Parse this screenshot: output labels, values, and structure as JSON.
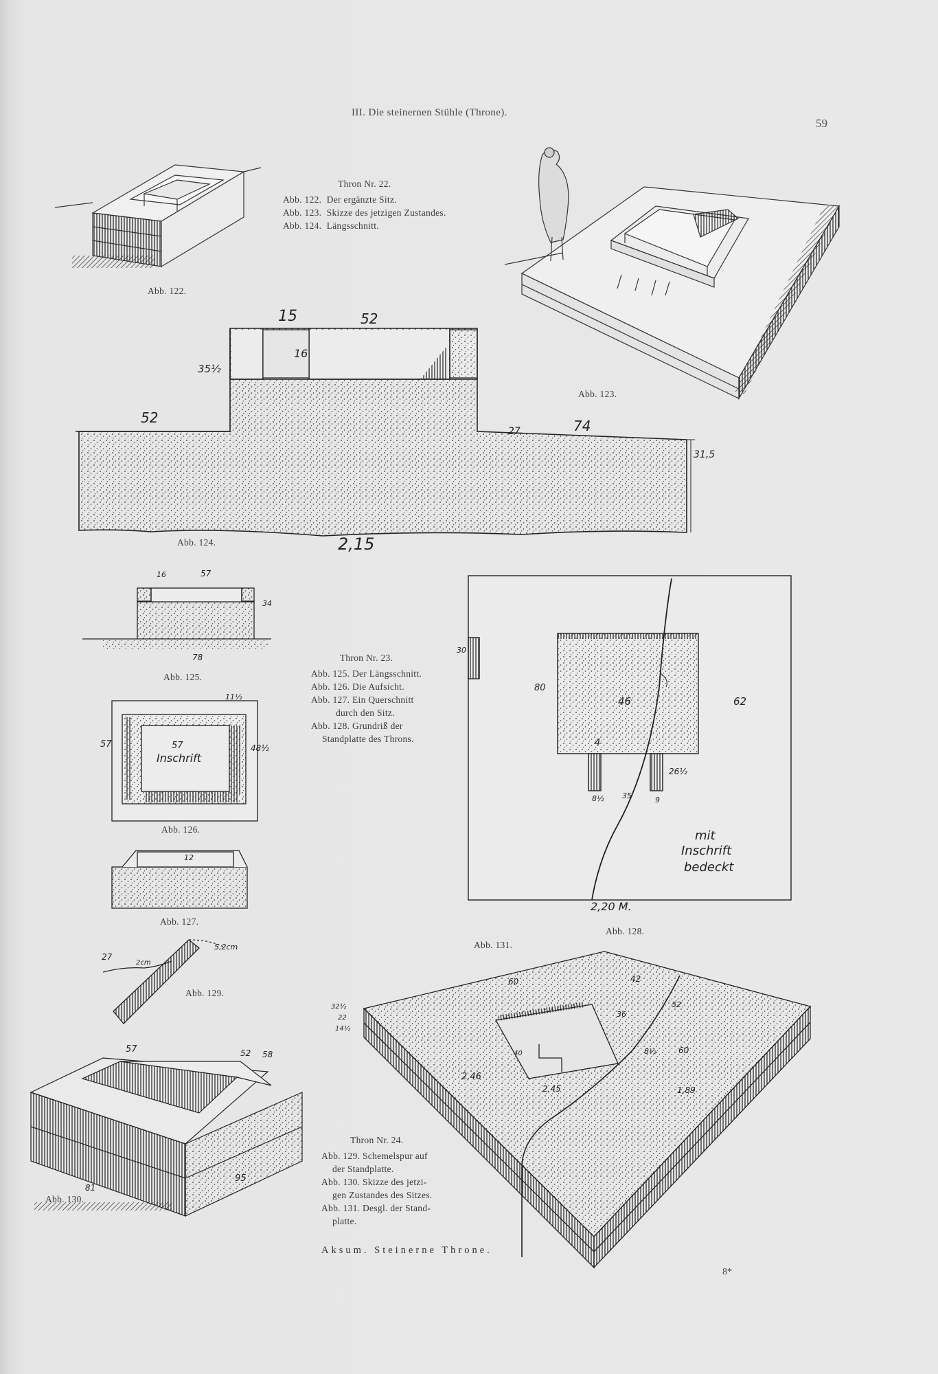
{
  "running_head": "III. Die steinernen Stühle (Throne).",
  "page_number": "59",
  "throne22": {
    "title": "Thron Nr. 22.",
    "lines": [
      {
        "abb": "Abb. 122.",
        "text": "Der ergänzte Sitz."
      },
      {
        "abb": "Abb. 123.",
        "text": "Skizze des jetzigen Zustandes."
      },
      {
        "abb": "Abb. 124.",
        "text": "Längsschnitt."
      }
    ]
  },
  "throne23": {
    "title": "Thron Nr. 23.",
    "lines": [
      "Abb. 125. Der Längsschnitt.",
      "Abb. 126. Die Aufsicht.",
      "Abb. 127. Ein Querschnitt",
      "durch den Sitz.",
      "Abb. 128. Grundriß der",
      "Standplatte des Throns."
    ]
  },
  "throne24": {
    "title": "Thron Nr. 24.",
    "lines": [
      "Abb. 129. Schemelspur auf",
      "der Standplatte.",
      "Abb. 130. Skizze des jetzi-",
      "gen Zustandes des Sitzes.",
      "Abb. 131. Desgl. der Stand-",
      "platte."
    ]
  },
  "footer": "Aksum. Steinerne Throne.",
  "signature": "8*",
  "figure_labels": {
    "abb122": "Abb. 122.",
    "abb123": "Abb. 123.",
    "abb124": "Abb. 124.",
    "abb125": "Abb. 125.",
    "abb126": "Abb. 126.",
    "abb127": "Abb. 127.",
    "abb128": "Abb. 128.",
    "abb129": "Abb. 129.",
    "abb130": "Abb. 130.",
    "abb131": "Abb. 131."
  },
  "dimensions": {
    "f124_15": "15",
    "f124_52top": "52",
    "f124_16": "16",
    "f124_35": "35½",
    "f124_52left": "52",
    "f124_27": "27",
    "f124_74": "74",
    "f124_315": "31,5",
    "f124_215": "2,15",
    "f125_16": "16",
    "f125_57": "57",
    "f125_34": "34",
    "f125_78": "78",
    "f126_11": "11½",
    "f126_57left": "57",
    "f126_57inner": "57",
    "f126_48": "48½",
    "f126_inschrift": "Inschrift",
    "f127_12": "12",
    "f128_80": "80",
    "f128_46": "46",
    "f128_62": "62",
    "f128_4": "4",
    "f128_26": "26½",
    "f128_8": "8½",
    "f128_35": "35",
    "f128_9": "9",
    "f128_30": "30",
    "f128_note1": "mit",
    "f128_note2": "Inschrift",
    "f128_note3": "bedeckt",
    "f128_220": "2,20 M.",
    "f129_27": "27",
    "f129_2cm": "2cm",
    "f129_52cm": "5,2cm",
    "f130_57": "57",
    "f130_52": "52",
    "f130_58": "58",
    "f130_95": "95",
    "f130_81": "81",
    "f131_60a": "60",
    "f131_42": "42",
    "f131_36": "36",
    "f131_52": "52",
    "f131_60b": "60",
    "f131_8": "8½",
    "f131_32": "32½",
    "f131_22": "22",
    "f131_14": "14½",
    "f131_40": "40",
    "f131_246": "2,46",
    "f131_245": "2,45",
    "f131_189": "1,89"
  }
}
